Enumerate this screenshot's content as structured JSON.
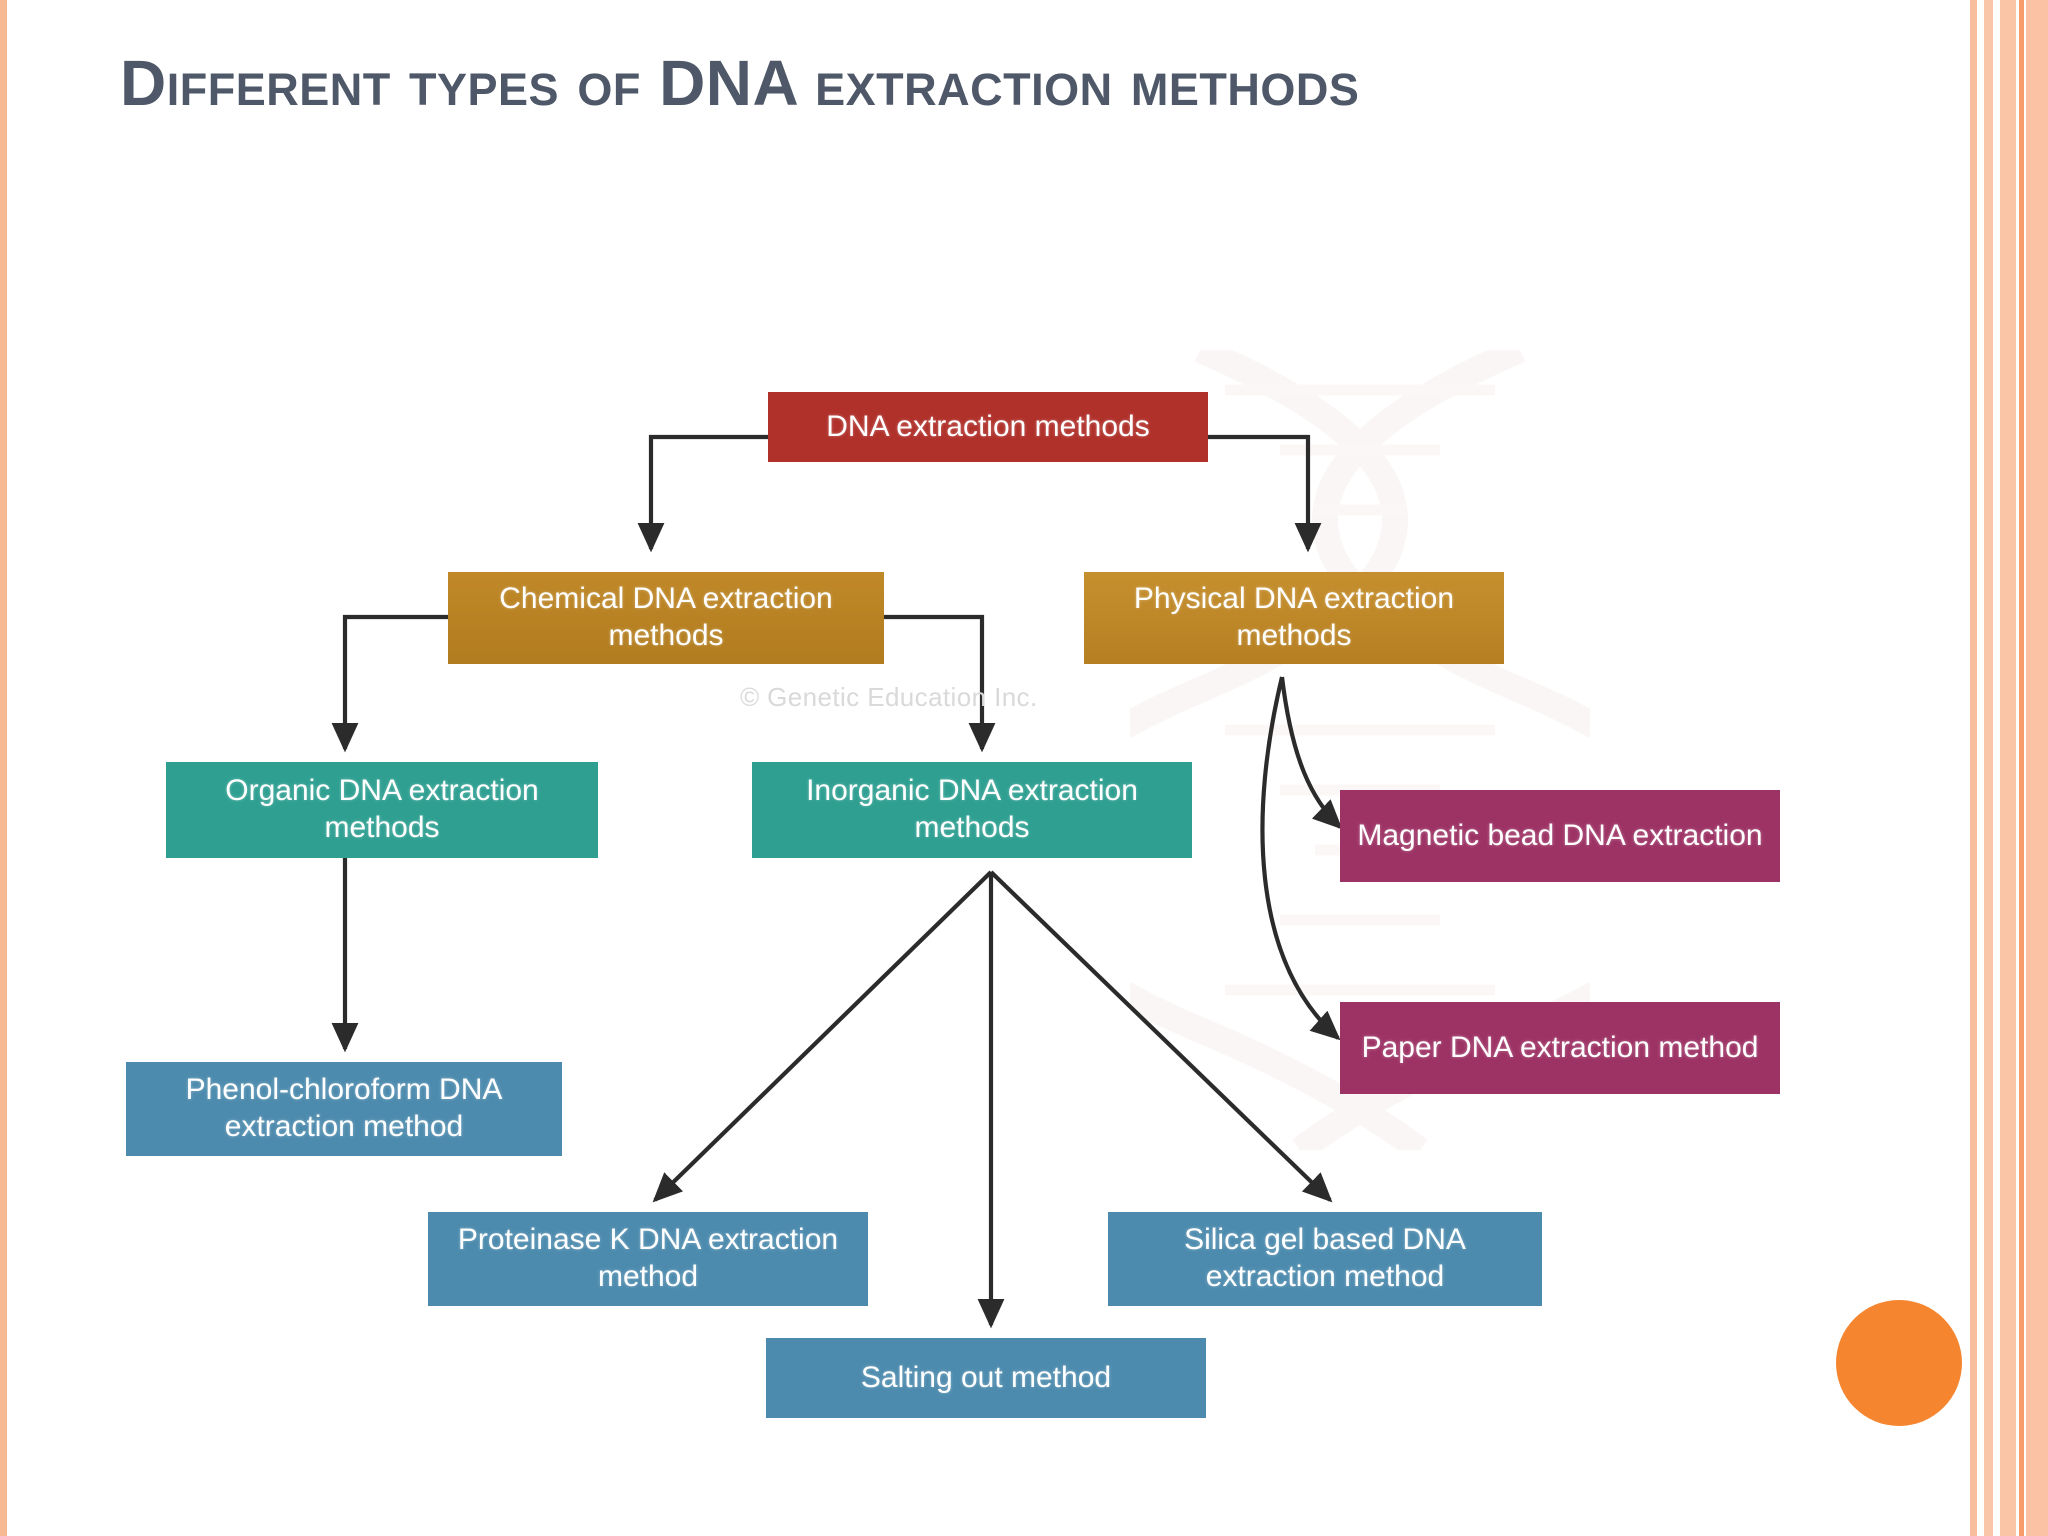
{
  "slide": {
    "title": "Different types of DNA extraction methods",
    "watermark": "© Genetic Education Inc.",
    "background_color": "#FFFFFF",
    "title_color": "#4E5868",
    "accent_circle_color": "#F5852F",
    "border_stripe_colors": [
      "#F8BE9E",
      "#F9C6AA",
      "#FAC5A7",
      "#F79C6A",
      "#FBC3A4"
    ]
  },
  "diagram": {
    "type": "hierarchy-flowchart",
    "nodes": [
      {
        "id": "root",
        "label": "DNA extraction methods",
        "color": "#B0302A",
        "level": 0
      },
      {
        "id": "chemical",
        "label": "Chemical DNA extraction methods",
        "color": "#BE8323",
        "level": 1
      },
      {
        "id": "physical",
        "label": "Physical DNA extraction methods",
        "color": "#C08A2A",
        "level": 1
      },
      {
        "id": "organic",
        "label": "Organic DNA extraction methods",
        "color": "#2E9F91",
        "level": 2
      },
      {
        "id": "inorganic",
        "label": "Inorganic DNA extraction methods",
        "color": "#2E9F91",
        "level": 2
      },
      {
        "id": "magnetic",
        "label": "Magnetic bead DNA extraction",
        "color": "#9D3365",
        "level": 2
      },
      {
        "id": "paper",
        "label": "Paper DNA extraction method",
        "color": "#9D3365",
        "level": 2
      },
      {
        "id": "phenol",
        "label": "Phenol-chloroform DNA extraction method",
        "color": "#4D8BAE",
        "level": 3
      },
      {
        "id": "proteinase",
        "label": "Proteinase K DNA extraction method",
        "color": "#4D8BAE",
        "level": 3
      },
      {
        "id": "salting",
        "label": "Salting out method",
        "color": "#4D8BAE",
        "level": 3
      },
      {
        "id": "silica",
        "label": "Silica gel based DNA extraction method",
        "color": "#4D8BAE",
        "level": 3
      }
    ],
    "edges": [
      {
        "from": "root",
        "to": "chemical"
      },
      {
        "from": "root",
        "to": "physical"
      },
      {
        "from": "chemical",
        "to": "organic"
      },
      {
        "from": "chemical",
        "to": "inorganic"
      },
      {
        "from": "physical",
        "to": "magnetic"
      },
      {
        "from": "physical",
        "to": "paper"
      },
      {
        "from": "organic",
        "to": "phenol"
      },
      {
        "from": "inorganic",
        "to": "proteinase"
      },
      {
        "from": "inorganic",
        "to": "salting"
      },
      {
        "from": "inorganic",
        "to": "silica"
      }
    ]
  }
}
